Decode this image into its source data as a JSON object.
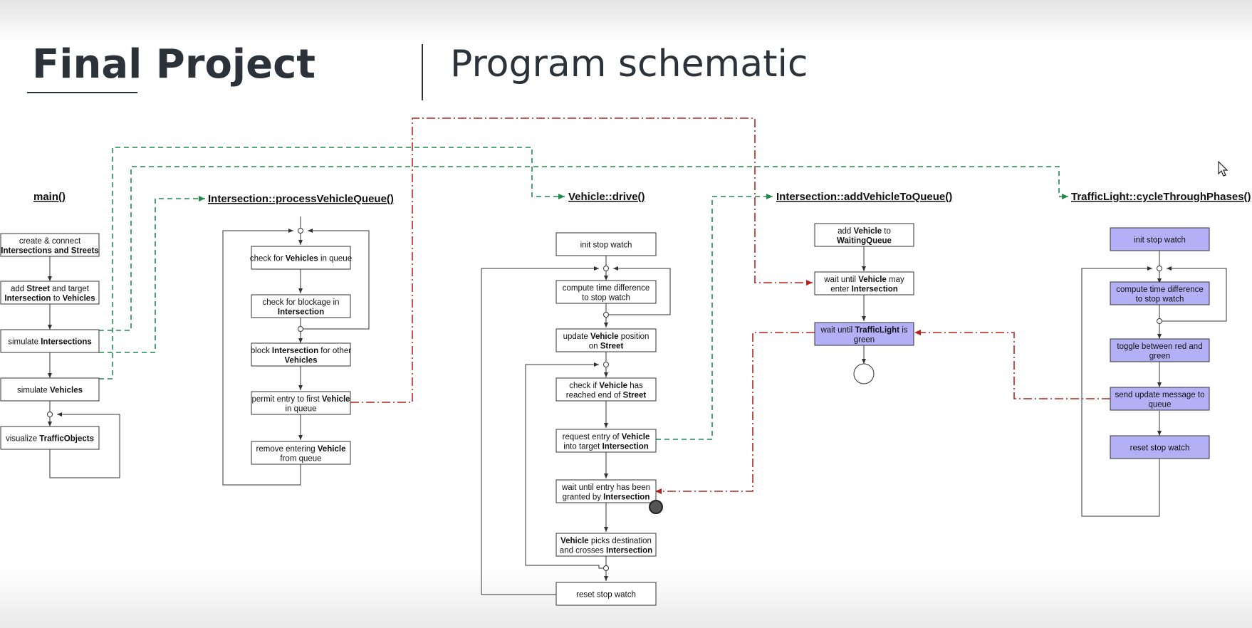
{
  "slide": {
    "title": "Final Project",
    "subtitle": "Program schematic"
  },
  "colors": {
    "ink": "#2b323a",
    "box_border": "#333333",
    "highlight_fill": "#b4b0f6",
    "green_dash": "#1f8a4c",
    "red_dashdot": "#b8231e"
  },
  "functions": {
    "main": "main()",
    "process_queue": "Intersection::processVehicleQueue()",
    "drive": "Vehicle::drive()",
    "add_to_queue": "Intersection::addVehicleToQueue()",
    "cycle_phases": "TrafficLight::cycleThroughPhases()"
  },
  "main_steps": [
    {
      "id": "create",
      "lines": [
        [
          [
            "create & connect",
            false
          ]
        ],
        [
          [
            "Intersections and Streets",
            true
          ]
        ]
      ]
    },
    {
      "id": "add-street",
      "lines": [
        [
          [
            "add ",
            false
          ],
          [
            "Street",
            true
          ],
          [
            " and target",
            false
          ]
        ],
        [
          [
            "Intersection",
            true
          ],
          [
            " to ",
            false
          ],
          [
            "Vehicles",
            true
          ]
        ]
      ]
    },
    {
      "id": "sim-intersections",
      "lines": [
        [
          [
            "simulate ",
            false
          ],
          [
            "Intersections",
            true
          ]
        ]
      ]
    },
    {
      "id": "sim-vehicles",
      "lines": [
        [
          [
            "simulate ",
            false
          ],
          [
            "Vehicles",
            true
          ]
        ]
      ]
    },
    {
      "id": "visualize",
      "lines": [
        [
          [
            "visualize ",
            false
          ],
          [
            "TrafficObjects",
            true
          ]
        ]
      ]
    }
  ],
  "process_queue_steps": [
    {
      "id": "check-queue",
      "lines": [
        [
          [
            "check for ",
            false
          ],
          [
            "Vehicles",
            true
          ],
          [
            " in queue",
            false
          ]
        ]
      ]
    },
    {
      "id": "check-blockage",
      "lines": [
        [
          [
            "check for blockage in",
            false
          ]
        ],
        [
          [
            "Intersection",
            true
          ]
        ]
      ]
    },
    {
      "id": "block",
      "lines": [
        [
          [
            "block ",
            false
          ],
          [
            "Intersection",
            true
          ],
          [
            " for other",
            false
          ]
        ],
        [
          [
            "Vehicles",
            true
          ]
        ]
      ]
    },
    {
      "id": "permit",
      "lines": [
        [
          [
            "permit entry to first ",
            false
          ],
          [
            "Vehicle",
            true
          ]
        ],
        [
          [
            "in queue",
            false
          ]
        ]
      ]
    },
    {
      "id": "remove",
      "lines": [
        [
          [
            "remove entering ",
            false
          ],
          [
            "Vehicle",
            true
          ]
        ],
        [
          [
            "from queue",
            false
          ]
        ]
      ]
    }
  ],
  "drive_steps": [
    {
      "id": "init",
      "lines": [
        [
          [
            "init stop watch",
            false
          ]
        ]
      ]
    },
    {
      "id": "compute",
      "lines": [
        [
          [
            "compute time difference",
            false
          ]
        ],
        [
          [
            "to stop watch",
            false
          ]
        ]
      ]
    },
    {
      "id": "update",
      "lines": [
        [
          [
            "update ",
            false
          ],
          [
            "Vehicle",
            true
          ],
          [
            " position",
            false
          ]
        ],
        [
          [
            "on ",
            false
          ],
          [
            "Street",
            true
          ]
        ]
      ]
    },
    {
      "id": "check-end",
      "lines": [
        [
          [
            "check if ",
            false
          ],
          [
            "Vehicle",
            true
          ],
          [
            " has",
            false
          ]
        ],
        [
          [
            "reached end of ",
            false
          ],
          [
            "Street",
            true
          ]
        ]
      ]
    },
    {
      "id": "request",
      "lines": [
        [
          [
            "request entry of ",
            false
          ],
          [
            "Vehicle",
            true
          ]
        ],
        [
          [
            "into target ",
            false
          ],
          [
            "Intersection",
            true
          ]
        ]
      ]
    },
    {
      "id": "wait-granted",
      "lines": [
        [
          [
            "wait until entry has been",
            false
          ]
        ],
        [
          [
            "granted by ",
            false
          ],
          [
            "Intersection",
            true
          ]
        ]
      ]
    },
    {
      "id": "picks",
      "lines": [
        [
          [
            "Vehicle",
            true
          ],
          [
            " picks destination",
            false
          ]
        ],
        [
          [
            "and crosses ",
            false
          ],
          [
            "Intersection",
            true
          ]
        ]
      ]
    },
    {
      "id": "reset",
      "lines": [
        [
          [
            "reset stop watch",
            false
          ]
        ]
      ]
    }
  ],
  "add_to_queue_steps": [
    {
      "id": "add-vehicle",
      "lines": [
        [
          [
            "add ",
            false
          ],
          [
            "Vehicle",
            true
          ],
          [
            " to",
            false
          ]
        ],
        [
          [
            "WaitingQueue",
            true
          ]
        ]
      ]
    },
    {
      "id": "wait-enter",
      "lines": [
        [
          [
            "wait until ",
            false
          ],
          [
            "Vehicle",
            true
          ],
          [
            " may",
            false
          ]
        ],
        [
          [
            "enter ",
            false
          ],
          [
            "Intersection",
            true
          ]
        ]
      ]
    },
    {
      "id": "wait-green",
      "lines": [
        [
          [
            "wait until ",
            false
          ],
          [
            "TrafficLight",
            true
          ],
          [
            " is",
            false
          ]
        ],
        [
          [
            "green",
            false
          ]
        ]
      ]
    }
  ],
  "cycle_phases_steps": [
    {
      "id": "init",
      "lines": [
        [
          [
            "init stop watch",
            false
          ]
        ]
      ]
    },
    {
      "id": "compute",
      "lines": [
        [
          [
            "compute time difference",
            false
          ]
        ],
        [
          [
            "to stop watch",
            false
          ]
        ]
      ]
    },
    {
      "id": "toggle",
      "lines": [
        [
          [
            "toggle between red and",
            false
          ]
        ],
        [
          [
            "green",
            false
          ]
        ]
      ]
    },
    {
      "id": "send",
      "lines": [
        [
          [
            "send update message to",
            false
          ]
        ],
        [
          [
            "queue",
            false
          ]
        ]
      ]
    },
    {
      "id": "reset",
      "lines": [
        [
          [
            "reset stop watch",
            false
          ]
        ]
      ]
    }
  ]
}
